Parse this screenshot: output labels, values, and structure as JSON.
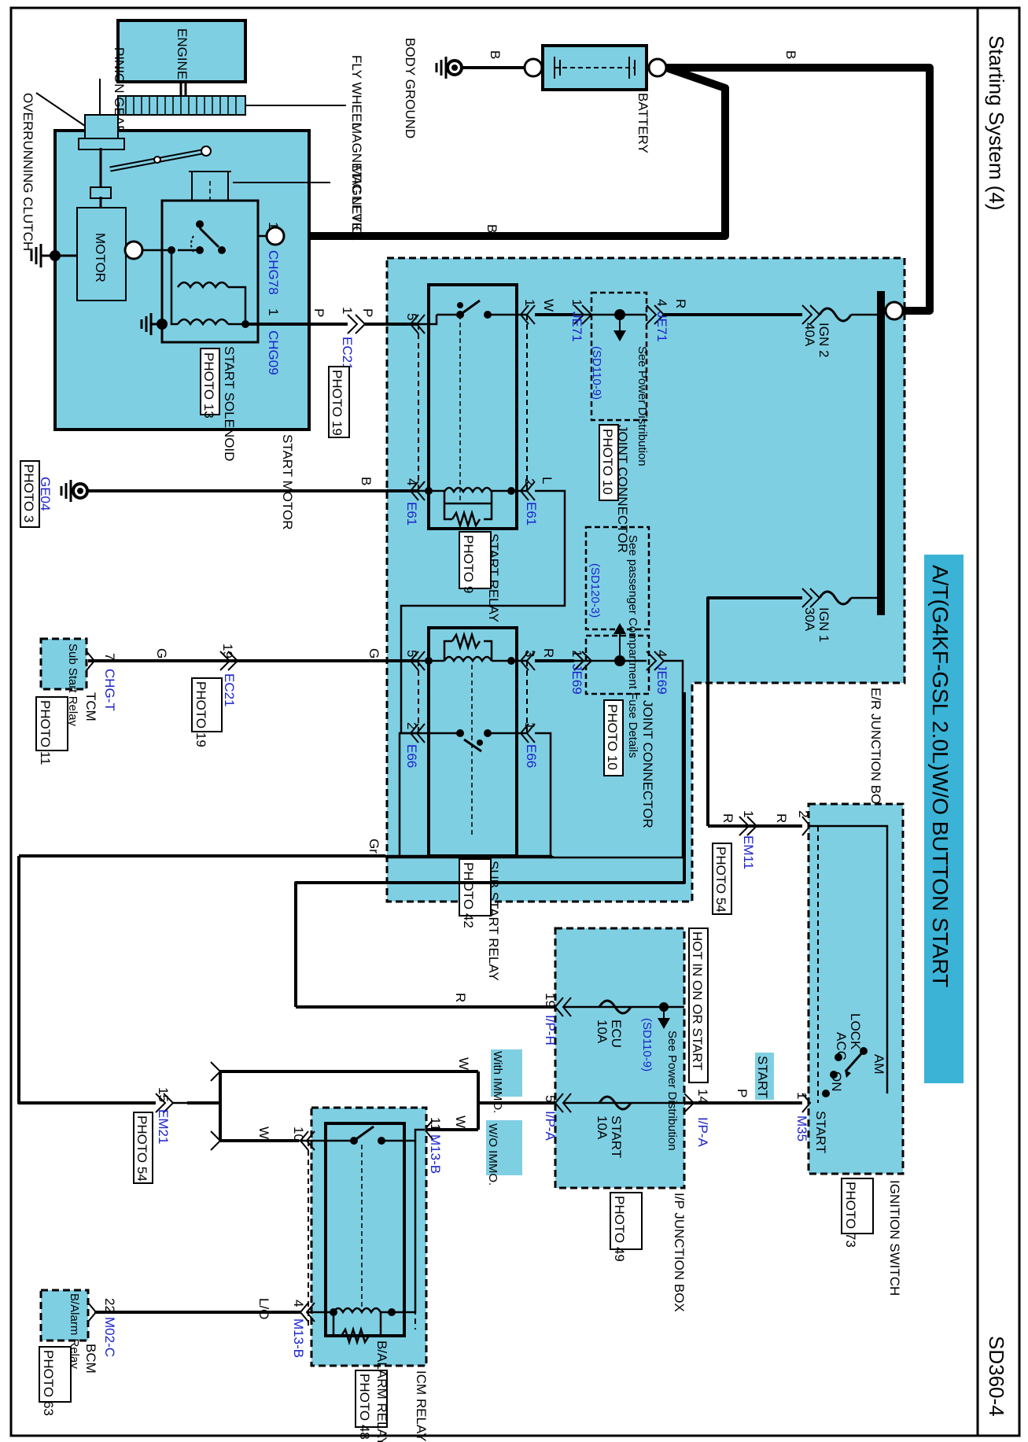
{
  "page_title": "Starting System (4)",
  "page_code": "SD360-4",
  "banner": "A/T(G4KF-GSL 2.0L)W/O BUTTON START",
  "components": {
    "engine": "ENGINE",
    "pinion_gear": "PINION GEAR",
    "flywheel": "FLY WHEEL",
    "magnetic_lever": "MAGNETIC LEVER",
    "magnetic": "MAGNETIC",
    "overrunning_clutch": "OVERRUNNING CLUTCH",
    "motor": "MOTOR",
    "start_solenoid": "START SOLENOID",
    "start_motor": "START MOTOR",
    "body_ground": "BODY GROUND",
    "battery": "BATTERY",
    "er_junction_box": "E/R JUNCTION BOX LH",
    "ign2_fuse": "IGN 2",
    "ign2_rating": "40A",
    "ign1_fuse": "IGN 1",
    "ign1_rating": "30A",
    "joint_connector": "JOINT CONNECTOR",
    "see_power_1": "See Power Distribution",
    "sd110_9": "(SD110-9)",
    "see_passenger": "See passenger Compartment Fuse Details",
    "sd120_3": "(SD120-3)",
    "start_relay": "START RELAY",
    "sub_start_relay": "SUB START RELAY",
    "tcm": "TCM",
    "tcm_inner": "Sub Start Relay",
    "ignition_switch": "IGNITION SWITCH",
    "ign_am": "AM",
    "ign_lock": "LOCK",
    "ign_acc": "ACC",
    "ign_on": "ON",
    "ign_start": "START",
    "hot_in_on": "HOT IN ON OR START",
    "see_power_2": "See Power Distribution",
    "sd110_9b": "(SD110-9)",
    "ecu_fuse": "ECU",
    "ecu_rating": "10A",
    "start_fuse": "START",
    "start_fuse_rating": "10A",
    "ip_junction_box": "I/P JUNCTION BOX",
    "with_immo": "With IMMO.",
    "wo_immo": "W/O IMMO.",
    "balarm_relay": "B/ALARM RELAY",
    "icm_relay_box": "ICM RELAY BOX",
    "bcm": "BCM",
    "bcm_inner": "B/Alarm Relay",
    "start_label": "START"
  },
  "photos": {
    "p13": "PHOTO 13",
    "p19a": "PHOTO 19",
    "p3": "PHOTO 3",
    "p10a": "PHOTO 10",
    "p9": "PHOTO 9",
    "p10b": "PHOTO 10",
    "p42": "PHOTO 42",
    "p19b": "PHOTO 19",
    "p11": "PHOTO 11",
    "p54a": "PHOTO 54",
    "p73": "PHOTO 73",
    "p49": "PHOTO 49",
    "p54b": "PHOTO 54",
    "p48": "PHOTO 48",
    "p63": "PHOTO 63"
  },
  "connectors": {
    "chg78": "CHG78",
    "chg09": "CHG09",
    "ec21a": "EC21",
    "ge04": "GE04",
    "je71a": "JE71",
    "je71b": "JE71",
    "e61a": "E61",
    "e61b": "E61",
    "je69a": "JE69",
    "je69b": "JE69",
    "e66a": "E66",
    "e66b": "E66",
    "ec21b": "EC21",
    "chgt": "CHG-T",
    "em11": "EM11",
    "m35": "M35",
    "ipa1": "I/P-A",
    "ipa2": "I/P-A",
    "iph": "I/P-H",
    "em21": "EM21",
    "m13b1": "M13-B",
    "m13b2": "M13-B",
    "m02c": "M02-C"
  },
  "pins": {
    "p_chg78": "1",
    "p_chg09": "1",
    "p_ec21a": "1",
    "p_je71a": "1",
    "p_je71b": "4",
    "p_e61_5": "5",
    "p_e61_1": "1",
    "p_e61_4": "4",
    "p_e61_2": "2",
    "p_je69a": "1",
    "p_je69b": "4",
    "p_e66_5": "5",
    "p_e66_3": "3",
    "p_e66_2": "2",
    "p_e66_1": "1",
    "p_ec21b": "19",
    "p_chgt": "7",
    "p_em11a": "1",
    "p_em11b": "2",
    "p_m35": "1",
    "p_ipa14": "14",
    "p_ipa5": "5",
    "p_iph": "19",
    "p_em21": "15",
    "p_m13_10": "10",
    "p_m13_11": "11",
    "p_m13_4": "4",
    "p_m02c": "22"
  },
  "wire_colors": {
    "b1": "B",
    "b2": "B",
    "b3": "B",
    "b4": "B",
    "p1": "P",
    "p2": "P",
    "p3": "P",
    "w1": "W",
    "r1": "R",
    "l1": "L",
    "g1": "G",
    "g2": "G",
    "r2": "R",
    "r3": "R",
    "r4": "R",
    "gr": "Gr",
    "r5": "R",
    "w2": "W",
    "w3": "W",
    "w4": "W",
    "lo": "L/O"
  }
}
